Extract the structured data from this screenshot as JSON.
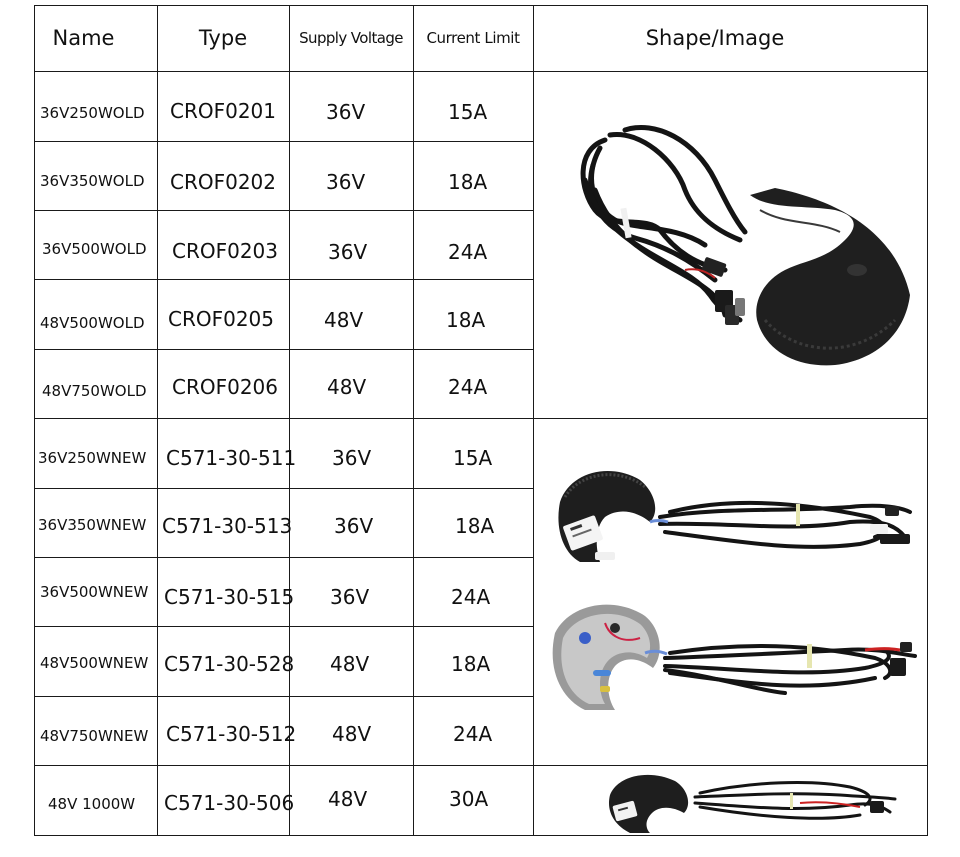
{
  "table": {
    "headers": {
      "name": "Name",
      "type": "Type",
      "voltage": "Supply Voltage",
      "current": "Current Limit",
      "image": "Shape/Image"
    },
    "rows": [
      {
        "name": "36V250WOLD",
        "type": "CROF0201",
        "voltage": "36V",
        "current": "15A"
      },
      {
        "name": "36V350WOLD",
        "type": "CROF0202",
        "voltage": "36V",
        "current": "18A"
      },
      {
        "name": "36V500WOLD",
        "type": "CROF0203",
        "voltage": "36V",
        "current": "24A"
      },
      {
        "name": "48V500WOLD",
        "type": "CROF0205",
        "voltage": "48V",
        "current": "18A"
      },
      {
        "name": "48V750WOLD",
        "type": "CROF0206",
        "voltage": "48V",
        "current": "24A"
      },
      {
        "name": "36V250WNEW",
        "type": "C571-30-511",
        "voltage": "36V",
        "current": "15A"
      },
      {
        "name": "36V350WNEW",
        "type": "C571-30-513",
        "voltage": "36V",
        "current": "18A"
      },
      {
        "name": "36V500WNEW",
        "type": "C571-30-515",
        "voltage": "36V",
        "current": "24A"
      },
      {
        "name": "48V500WNEW",
        "type": "C571-30-528",
        "voltage": "48V",
        "current": "18A"
      },
      {
        "name": "48V750WNEW",
        "type": "C571-30-512",
        "voltage": "48V",
        "current": "24A"
      },
      {
        "name": "48V 1000W",
        "type": "C571-30-506",
        "voltage": "48V",
        "current": "30A"
      }
    ]
  },
  "colors": {
    "controller_body": "#1e1e1e",
    "cable": "#111111",
    "border": "#1a1a1a"
  },
  "icons": {
    "old_controller": "old-controller-photo-icon",
    "new_controller_closed": "new-controller-closed-photo-icon",
    "new_controller_open": "new-controller-open-photo-icon",
    "controller_1000w": "controller-1000w-photo-icon"
  }
}
